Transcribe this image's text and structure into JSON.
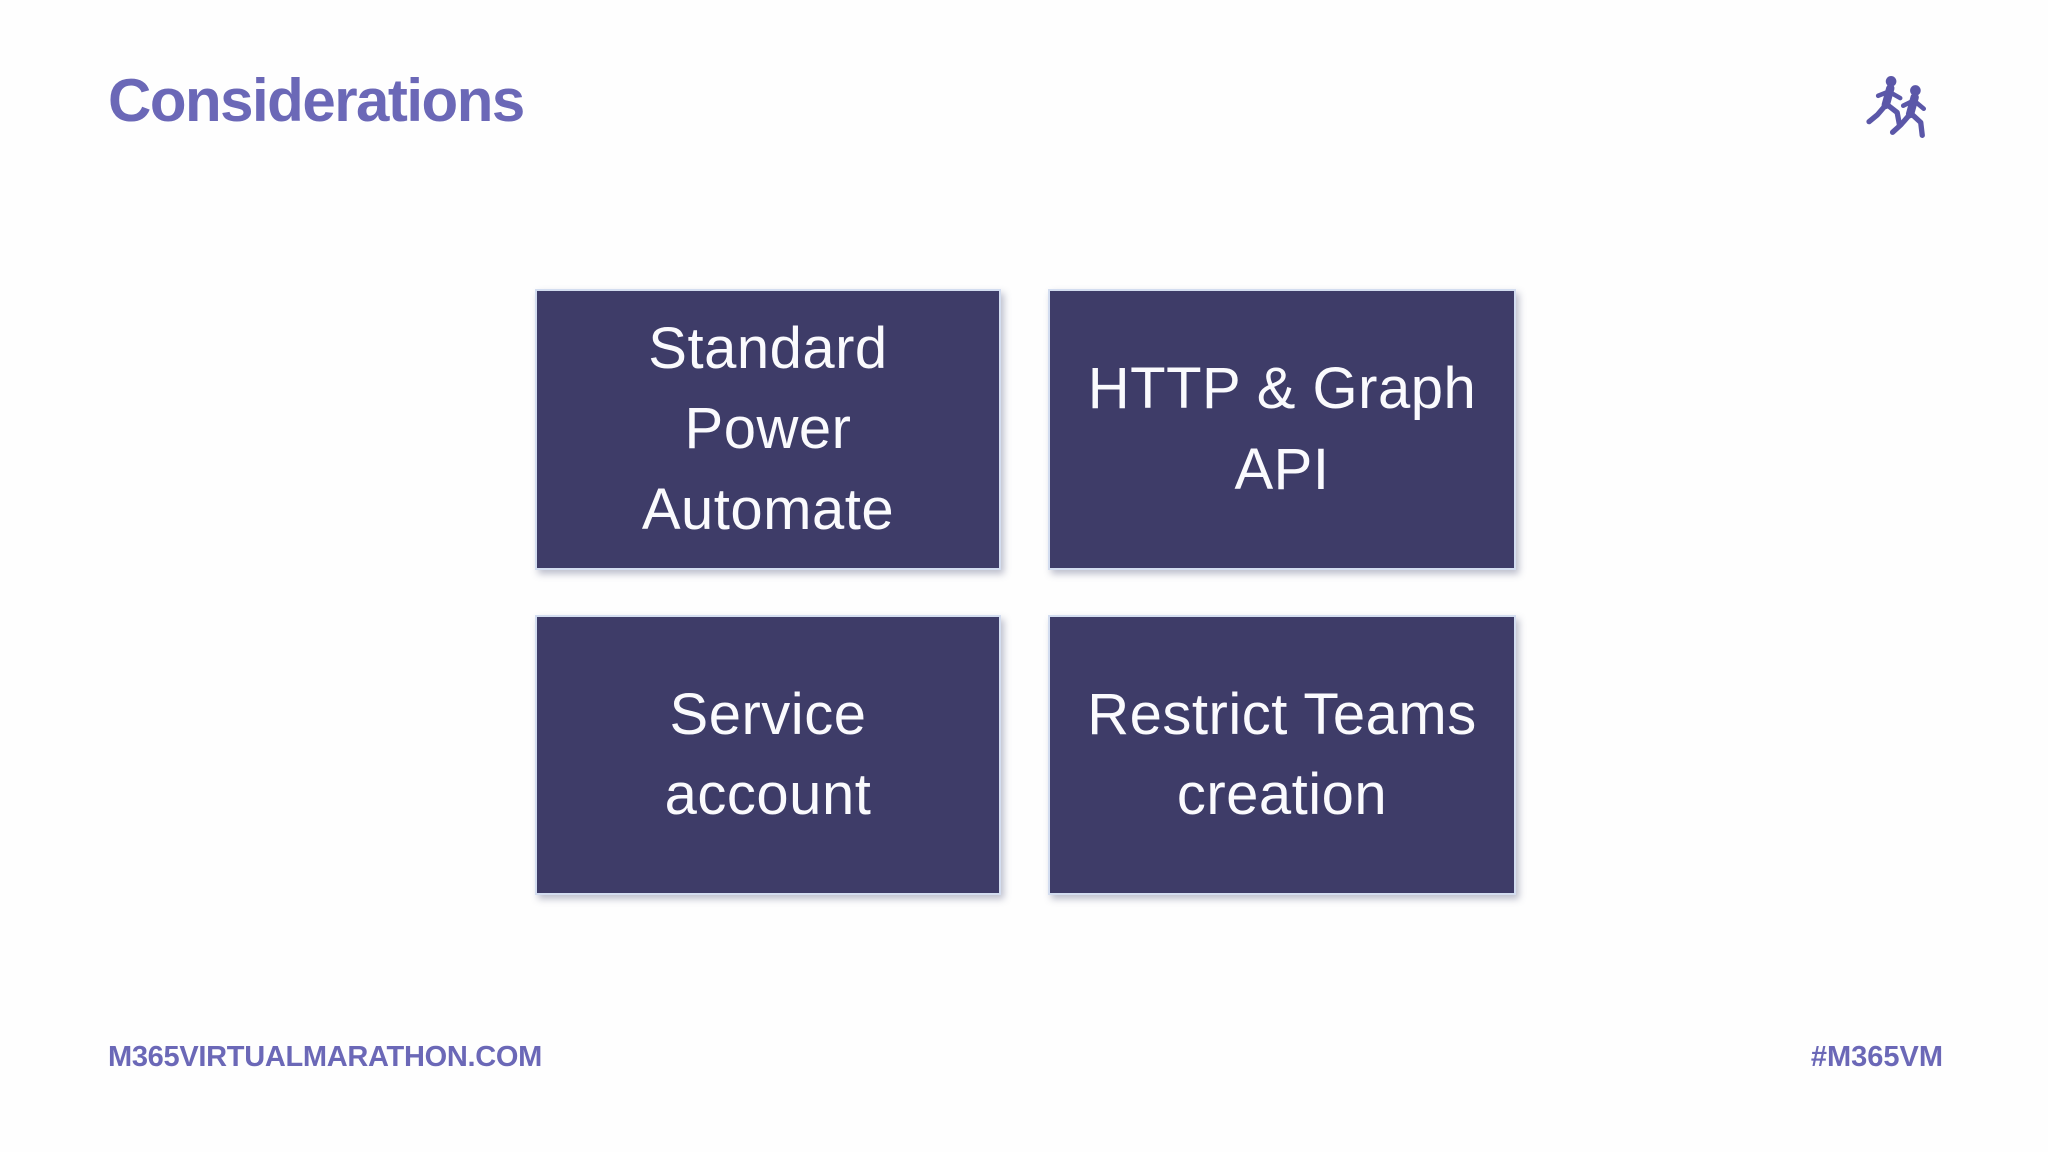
{
  "slide": {
    "title": "Considerations",
    "boxes": [
      {
        "label": "Standard\nPower\nAutomate"
      },
      {
        "label": "HTTP & Graph\nAPI"
      },
      {
        "label": "Service\naccount"
      },
      {
        "label": "Restrict Teams\ncreation"
      }
    ],
    "footer": {
      "left": "M365VIRTUALMARATHON.COM",
      "right": "#M365VM"
    },
    "icons": {
      "top_right": "two-runners-icon"
    },
    "colors": {
      "accent_purple": "#6B68B7",
      "box_fill": "#3E3C68",
      "box_border": "#D3DDF0",
      "box_text": "#FAFAFD",
      "icon_purple": "#5B57A8",
      "background": "#FEFEFE"
    }
  }
}
